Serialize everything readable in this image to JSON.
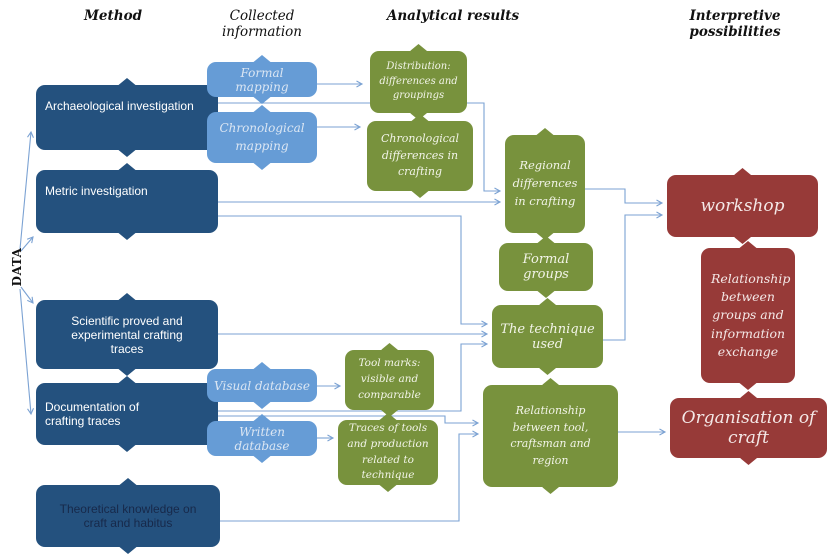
{
  "headers": {
    "method": "Method",
    "collected": "Collected information",
    "analytical": "Analytical results",
    "interpretive": "Interpretive possibilities"
  },
  "data_axis_label": "DATA",
  "boxes": {
    "method": [
      {
        "id": "archaeological-investigation",
        "label": "Archaeological investigation"
      },
      {
        "id": "metric-investigation",
        "label": "Metric investigation"
      },
      {
        "id": "scientific-traces",
        "label": "Scientific proved and experimental crafting traces"
      },
      {
        "id": "documentation-traces",
        "label": "Documentation of crafting traces"
      },
      {
        "id": "theoretical-knowledge",
        "label": "Theoretical knowledge on craft and habitus"
      }
    ],
    "collected": [
      {
        "id": "formal-mapping",
        "label": "Formal mapping"
      },
      {
        "id": "chronological-mapping",
        "label": "Chronological mapping"
      },
      {
        "id": "visual-database",
        "label": "Visual database"
      },
      {
        "id": "written-database",
        "label": "Written database"
      }
    ],
    "analytical": [
      {
        "id": "distribution",
        "label": "Distribution: differences and groupings"
      },
      {
        "id": "chronological-differences",
        "label": "Chronological differences in crafting"
      },
      {
        "id": "regional-differences",
        "label": "Regional differences in crafting"
      },
      {
        "id": "formal-groups",
        "label": "Formal groups"
      },
      {
        "id": "technique-used",
        "label": "The technique used"
      },
      {
        "id": "tool-marks",
        "label": "Tool marks: visible and comparable"
      },
      {
        "id": "traces-of-tools",
        "label": "Traces of tools and production related to technique"
      },
      {
        "id": "relationship-tool-craftsman-region",
        "label": "Relationship between tool, craftsman and region"
      }
    ],
    "interpretive": [
      {
        "id": "workshop",
        "label": "workshop"
      },
      {
        "id": "relationship-groups-information",
        "label": "Relationship between groups and information exchange"
      },
      {
        "id": "organisation-of-craft",
        "label": "Organisation of craft"
      }
    ]
  },
  "connections": [
    {
      "from": "formal-mapping",
      "to": "distribution"
    },
    {
      "from": "chronological-mapping",
      "to": "chronological-differences"
    },
    {
      "from": "archaeological-investigation",
      "to": "regional-differences"
    },
    {
      "from": "metric-investigation",
      "to": "regional-differences"
    },
    {
      "from": "metric-investigation",
      "to": "technique-used"
    },
    {
      "from": "scientific-traces",
      "to": "technique-used"
    },
    {
      "from": "documentation-traces",
      "to": "technique-used"
    },
    {
      "from": "documentation-traces",
      "to": "relationship-tool-craftsman-region"
    },
    {
      "from": "theoretical-knowledge",
      "to": "relationship-tool-craftsman-region"
    },
    {
      "from": "visual-database",
      "to": "tool-marks"
    },
    {
      "from": "written-database",
      "to": "traces-of-tools"
    },
    {
      "from": "regional-differences",
      "to": "workshop"
    },
    {
      "from": "technique-used",
      "to": "workshop"
    },
    {
      "from": "relationship-tool-craftsman-region",
      "to": "organisation-of-craft"
    },
    {
      "from": "data-axis",
      "to": "method-column"
    }
  ],
  "colors": {
    "method": "#24517E",
    "collected": "#669CD6",
    "analytical": "#78923D",
    "interpretive": "#973A38",
    "connector": "#7BA2D3"
  }
}
